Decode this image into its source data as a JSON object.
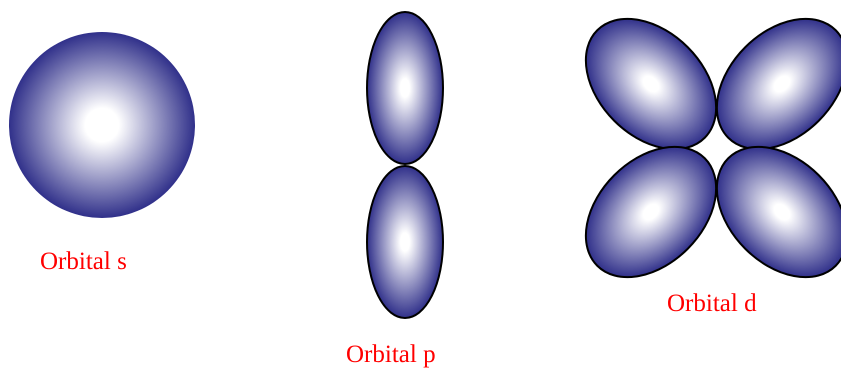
{
  "colors": {
    "lobe_edge": "#30308a",
    "lobe_center": "#ffffff",
    "outline": "#000000",
    "label": "#ff0000",
    "background": "#ffffff"
  },
  "orbitals": {
    "s": {
      "label": "Orbital s",
      "lobes": 1,
      "shape": "sphere"
    },
    "p": {
      "label": "Orbital p",
      "lobes": 2,
      "shape": "dumbbell"
    },
    "d": {
      "label": "Orbital d",
      "lobes": 4,
      "shape": "cloverleaf"
    }
  }
}
